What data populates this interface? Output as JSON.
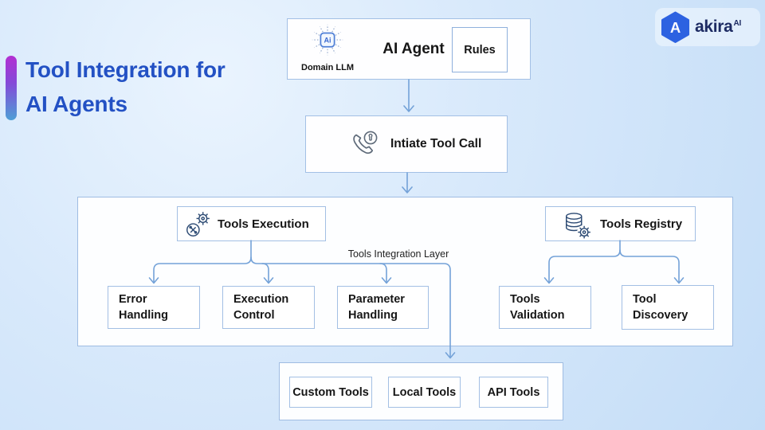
{
  "title": {
    "line1": "Tool Integration for",
    "line2": "AI Agents"
  },
  "logo": {
    "brand": "akira",
    "suffix": "AI",
    "monogram": "A"
  },
  "diagram": {
    "ai_agent": {
      "label": "AI Agent",
      "chip_text": "Ai",
      "chip_caption": "Domain LLM",
      "rules_label": "Rules"
    },
    "initiate_tool_call": {
      "label": "Intiate Tool Call"
    },
    "layer_label": "Tools Integration Layer",
    "tools_execution": {
      "label": "Tools Execution"
    },
    "tools_registry": {
      "label": "Tools Registry"
    },
    "execution_children": [
      {
        "id": "error-handling",
        "label": "Error Handling"
      },
      {
        "id": "execution-control",
        "label": "Execution Control"
      },
      {
        "id": "parameter-handling",
        "label": "Parameter Handling"
      }
    ],
    "registry_children": [
      {
        "id": "tools-validation",
        "label": "Tools Validation"
      },
      {
        "id": "tool-discovery",
        "label": "Tool Discovery"
      }
    ],
    "tool_types": [
      {
        "id": "custom-tools",
        "label": "Custom Tools"
      },
      {
        "id": "local-tools",
        "label": "Local Tools"
      },
      {
        "id": "api-tools",
        "label": "API Tools"
      }
    ]
  },
  "icons": {
    "ai_chip": "ai-chip-icon",
    "phone_tool": "phone-tool-icon",
    "gears_tools": "gears-tools-icon",
    "database_gear": "database-gear-icon",
    "logo_hexagon": "hexagon-logo-icon"
  },
  "colors": {
    "title_blue": "#2351c4",
    "connector_blue": "#74a2d8",
    "box_border": "#a3c0e5",
    "container_border": "#9fbce2",
    "logo_hex_blue": "#2d62e1",
    "logo_navy": "#1d2b63",
    "accent_bar_top": "#b32fd2",
    "accent_bar_bottom": "#4e9fd6",
    "background_light": "#eaf4fe",
    "background_deep": "#c4ddf7",
    "text_dark": "#161616"
  }
}
